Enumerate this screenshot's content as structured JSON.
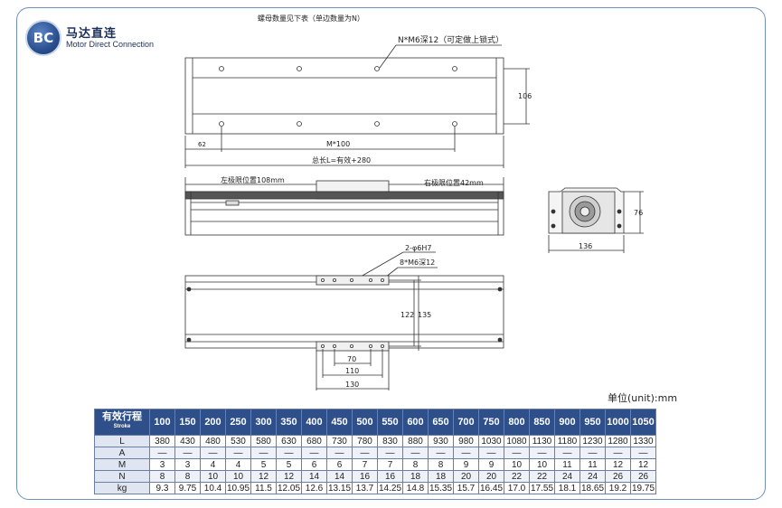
{
  "brand": {
    "logo_text": "BC",
    "name_cn": "马达直连",
    "name_en": "Motor Direct Connection"
  },
  "top_view": {
    "note_nut": "螺母数量见下表（单边数量为N）",
    "hole_callout": "N*M6深12（可定做上锁式）",
    "height_dim": "106",
    "end_dim": "62",
    "pitch_dim": "M*100",
    "total_length": "总长L=有效+280"
  },
  "side_view": {
    "left_limit": "左极限位置108mm",
    "right_limit": "右极限位置42mm"
  },
  "end_view": {
    "height_dim": "76",
    "width_dim": "136"
  },
  "bottom_view": {
    "pin_callout": "2-φ6H7",
    "hole_callout": "8*M6深12",
    "dim_122": "122",
    "dim_135": "135",
    "dim_70": "70",
    "dim_110": "110",
    "dim_130": "130"
  },
  "table": {
    "unit_label": "单位(unit):mm",
    "header_label": "有效行程",
    "header_sub": "Stroke",
    "strokes": [
      "100",
      "150",
      "200",
      "250",
      "300",
      "350",
      "400",
      "450",
      "500",
      "550",
      "600",
      "650",
      "700",
      "750",
      "800",
      "850",
      "900",
      "950",
      "1000",
      "1050"
    ],
    "rows": [
      {
        "label": "L",
        "values": [
          "380",
          "430",
          "480",
          "530",
          "580",
          "630",
          "680",
          "730",
          "780",
          "830",
          "880",
          "930",
          "980",
          "1030",
          "1080",
          "1130",
          "1180",
          "1230",
          "1280",
          "1330"
        ]
      },
      {
        "label": "A",
        "values": [
          "—",
          "—",
          "—",
          "—",
          "—",
          "—",
          "—",
          "—",
          "—",
          "—",
          "—",
          "—",
          "—",
          "—",
          "—",
          "—",
          "—",
          "—",
          "—",
          "—"
        ]
      },
      {
        "label": "M",
        "values": [
          "3",
          "3",
          "4",
          "4",
          "5",
          "5",
          "6",
          "6",
          "7",
          "7",
          "8",
          "8",
          "9",
          "9",
          "10",
          "10",
          "11",
          "11",
          "12",
          "12"
        ]
      },
      {
        "label": "N",
        "values": [
          "8",
          "8",
          "10",
          "10",
          "12",
          "12",
          "14",
          "14",
          "16",
          "16",
          "18",
          "18",
          "20",
          "20",
          "22",
          "22",
          "24",
          "24",
          "26",
          "26"
        ]
      },
      {
        "label": "kg",
        "values": [
          "9.3",
          "9.75",
          "10.4",
          "10.95",
          "11.5",
          "12.05",
          "12.6",
          "13.15",
          "13.7",
          "14.25",
          "14.8",
          "15.35",
          "15.7",
          "16.45",
          "17.0",
          "17.55",
          "18.1",
          "18.65",
          "19.2",
          "19.75"
        ]
      }
    ]
  }
}
